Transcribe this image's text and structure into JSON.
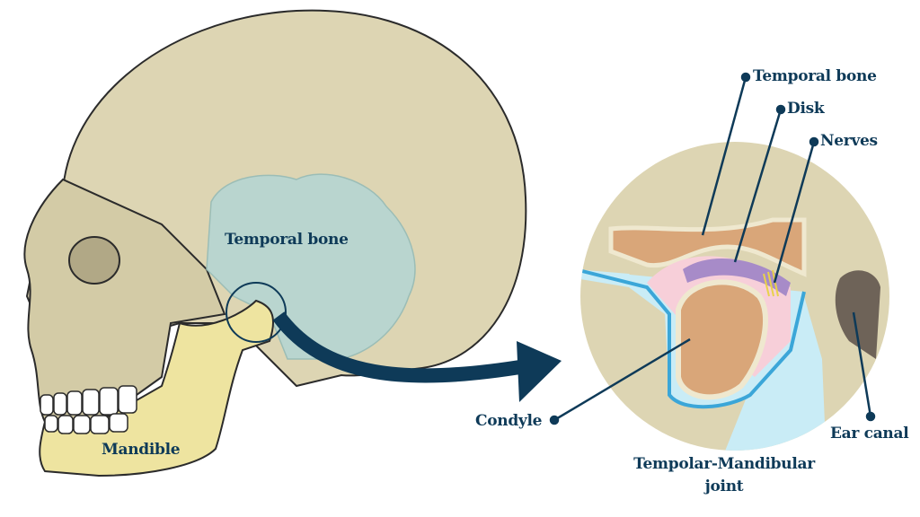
{
  "skull_labels": {
    "temporal_bone": "Temporal bone",
    "mandible": "Mandible"
  },
  "detail_labels": {
    "temporal_bone": "Temporal bone",
    "disk": "Disk",
    "nerves": "Nerves",
    "condyle": "Condyle",
    "ear_canal": "Ear canal",
    "joint_title_line1": "Tempolar-Mandibular",
    "joint_title_line2": "joint"
  },
  "colors": {
    "label": "#0e3a58",
    "bone": "#ddd5b3",
    "temporal": "#b9d5cf",
    "mandible": "#eee4a0",
    "arrow": "#0e3a58",
    "soft_tissue": "#c9ecf6"
  }
}
